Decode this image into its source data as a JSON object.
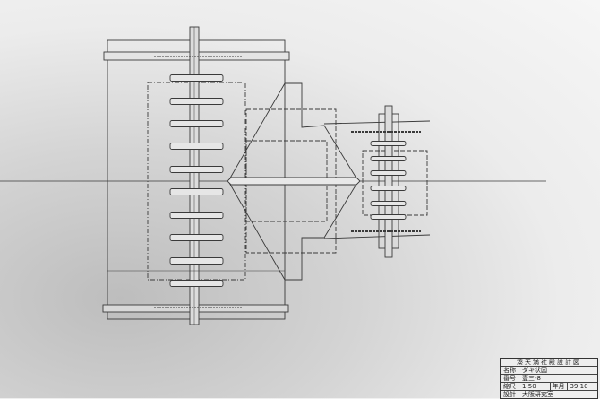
{
  "title_block": {
    "title": "湊天満社殿設計図",
    "rows": [
      {
        "label": "名称",
        "value": "ダキ状図"
      },
      {
        "label": "番号",
        "value": "壹三-8"
      },
      {
        "label": "縮尺",
        "value": "1:50",
        "label2": "年月",
        "value2": "39.10"
      },
      {
        "label": "設計",
        "value": "大阪研究室"
      }
    ]
  },
  "colors": {
    "line": "#3a3a3a",
    "paper": "#eeeeee"
  }
}
